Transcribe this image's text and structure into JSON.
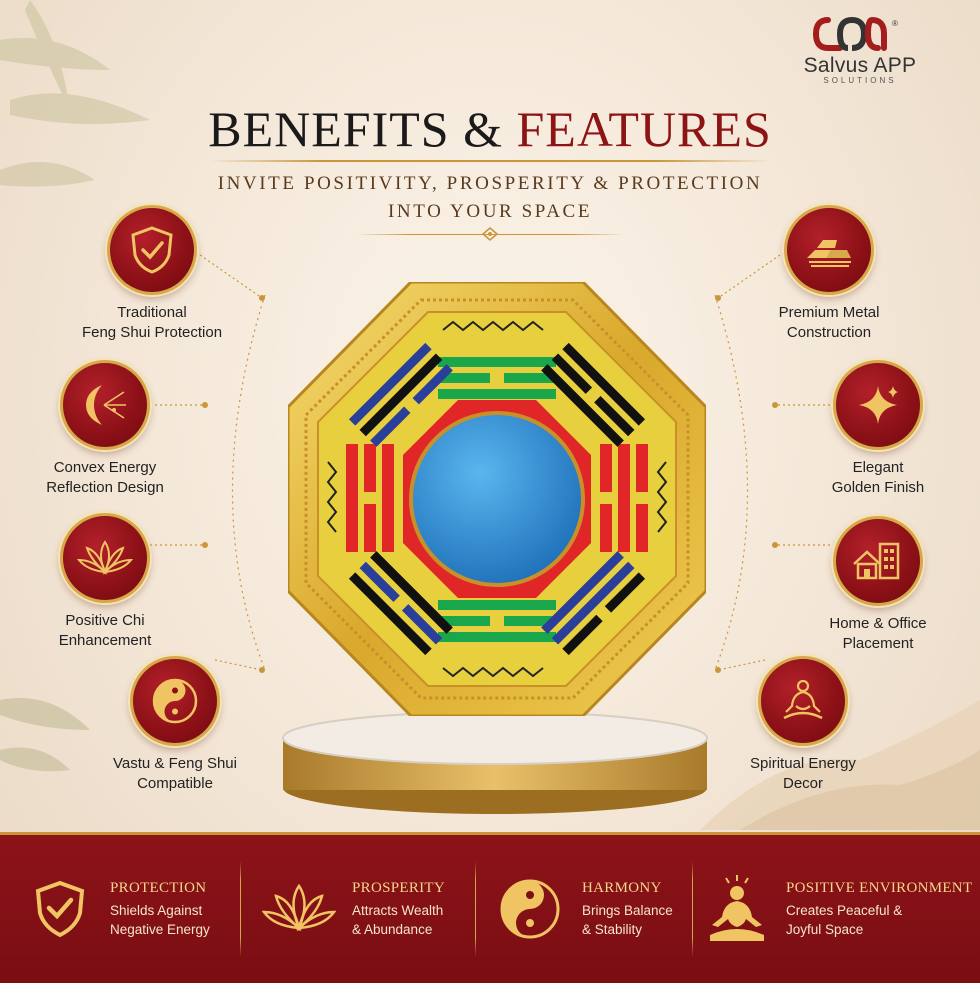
{
  "brand": {
    "name": "Salvus APP",
    "sub": "SOLUTIONS",
    "reg": "®"
  },
  "header": {
    "title_part1": "BENEFITS & ",
    "title_part2": "FEATURES",
    "subtitle_line1": "INVITE POSITIVITY, PROSPERITY & PROTECTION",
    "subtitle_line2": "INTO YOUR SPACE"
  },
  "features_left": [
    {
      "line1": "Traditional",
      "line2": "Feng Shui Protection",
      "icon": "shield-check-icon"
    },
    {
      "line1": "Convex Energy",
      "line2": "Reflection Design",
      "icon": "convex-reflection-icon"
    },
    {
      "line1": "Positive Chi",
      "line2": "Enhancement",
      "icon": "lotus-icon"
    },
    {
      "line1": "Vastu & Feng Shui",
      "line2": "Compatible",
      "icon": "yin-yang-icon"
    }
  ],
  "features_right": [
    {
      "line1": "Premium Metal",
      "line2": "Construction",
      "icon": "metal-bars-icon"
    },
    {
      "line1": "Elegant",
      "line2": "Golden Finish",
      "icon": "sparkle-icon"
    },
    {
      "line1": "Home & Office",
      "line2": "Placement",
      "icon": "home-office-icon"
    },
    {
      "line1": "Spiritual Energy",
      "line2": "Decor",
      "icon": "meditation-icon"
    }
  ],
  "benefits": [
    {
      "title": "PROTECTION",
      "line1": "Shields Against",
      "line2": "Negative Energy",
      "icon": "shield-check-icon"
    },
    {
      "title": "PROSPERITY",
      "line1": "Attracts Wealth",
      "line2": "& Abundance",
      "icon": "lotus-icon"
    },
    {
      "title": "HARMONY",
      "line1": "Brings Balance",
      "line2": "& Stability",
      "icon": "yin-yang-icon"
    },
    {
      "title": "POSITIVE ENVIRONMENT",
      "line1": "Creates Peaceful &",
      "line2": "Joyful Space",
      "icon": "meditation-icon"
    }
  ],
  "colors": {
    "accent_red": "#8c1414",
    "gold": "#c9963a",
    "band": "#7a0e13"
  }
}
